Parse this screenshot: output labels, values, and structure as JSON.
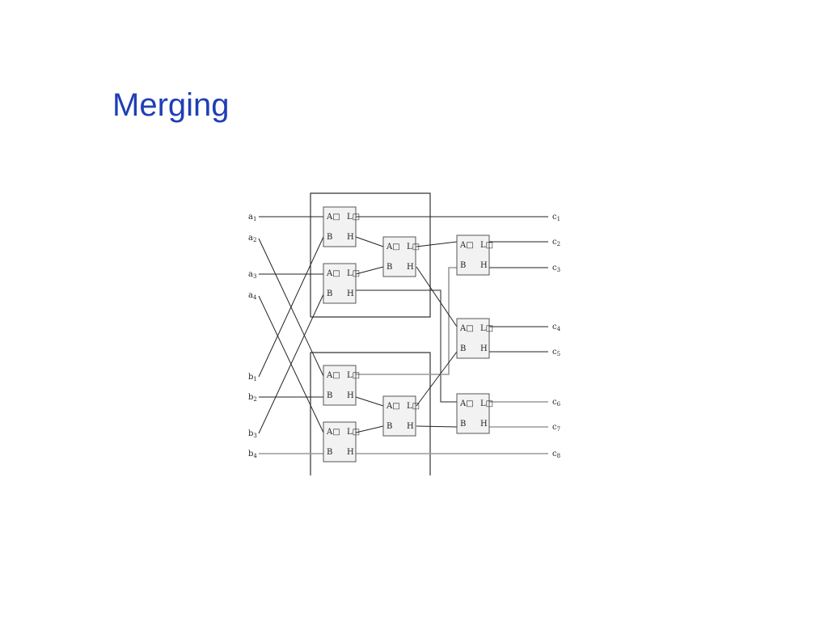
{
  "slide": {
    "title": "Merging"
  },
  "ports": {
    "a": "A□",
    "l": "L□",
    "b": "B",
    "h": "H"
  },
  "inputs": [
    {
      "base": "a",
      "sub": "1"
    },
    {
      "base": "a",
      "sub": "2"
    },
    {
      "base": "a",
      "sub": "3"
    },
    {
      "base": "a",
      "sub": "4"
    },
    {
      "base": "b",
      "sub": "1"
    },
    {
      "base": "b",
      "sub": "2"
    },
    {
      "base": "b",
      "sub": "3"
    },
    {
      "base": "b",
      "sub": "4"
    }
  ],
  "outputs": [
    {
      "base": "c",
      "sub": "1"
    },
    {
      "base": "c",
      "sub": "2"
    },
    {
      "base": "c",
      "sub": "3"
    },
    {
      "base": "c",
      "sub": "4"
    },
    {
      "base": "c",
      "sub": "5"
    },
    {
      "base": "c",
      "sub": "6"
    },
    {
      "base": "c",
      "sub": "7"
    },
    {
      "base": "c",
      "sub": "8"
    }
  ]
}
